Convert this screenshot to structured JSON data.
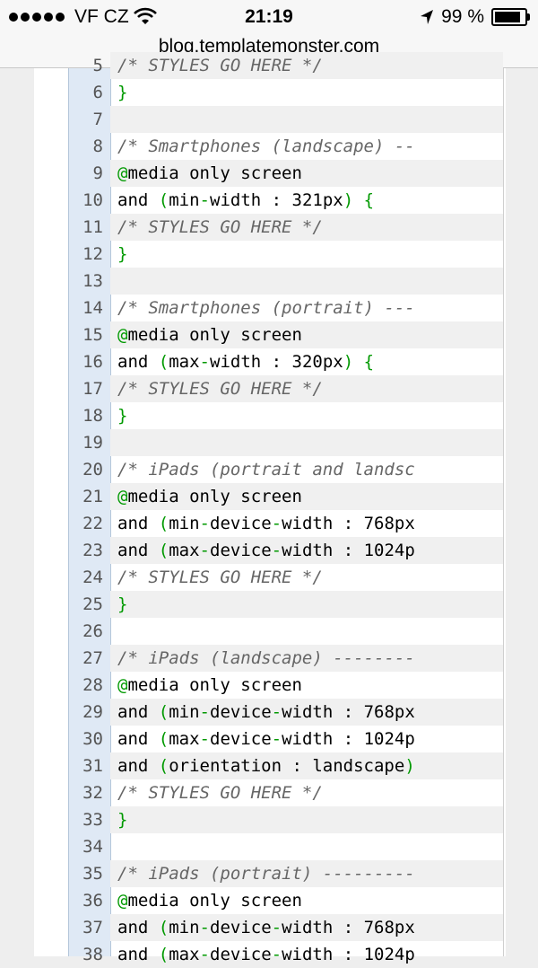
{
  "status_bar": {
    "carrier": "VF CZ",
    "time": "21:19",
    "battery_percent": "99 %",
    "battery_level": 0.99,
    "url": "blog.templatemonster.com",
    "icons": [
      "signal-dots-icon",
      "wifi-icon",
      "location-arrow-icon",
      "battery-icon"
    ]
  },
  "code": {
    "lines": [
      {
        "n": "5",
        "text": "/* STYLES GO HERE */",
        "kind": "comment"
      },
      {
        "n": "6",
        "text": "}",
        "kind": "brace"
      },
      {
        "n": "7",
        "text": "",
        "kind": "blank"
      },
      {
        "n": "8",
        "text": "/* Smartphones (landscape) --",
        "kind": "comment"
      },
      {
        "n": "9",
        "text": "@media only screen",
        "kind": "media"
      },
      {
        "n": "10",
        "text": "and (min-width : 321px) {",
        "kind": "and"
      },
      {
        "n": "11",
        "text": "/* STYLES GO HERE */",
        "kind": "comment"
      },
      {
        "n": "12",
        "text": "}",
        "kind": "brace"
      },
      {
        "n": "13",
        "text": "",
        "kind": "blank"
      },
      {
        "n": "14",
        "text": "/* Smartphones (portrait) ---",
        "kind": "comment"
      },
      {
        "n": "15",
        "text": "@media only screen",
        "kind": "media"
      },
      {
        "n": "16",
        "text": "and (max-width : 320px) {",
        "kind": "and"
      },
      {
        "n": "17",
        "text": "/* STYLES GO HERE */",
        "kind": "comment"
      },
      {
        "n": "18",
        "text": "}",
        "kind": "brace"
      },
      {
        "n": "19",
        "text": "",
        "kind": "blank"
      },
      {
        "n": "20",
        "text": "/* iPads (portrait and landsc",
        "kind": "comment"
      },
      {
        "n": "21",
        "text": "@media only screen",
        "kind": "media"
      },
      {
        "n": "22",
        "text": "and (min-device-width : 768px",
        "kind": "and"
      },
      {
        "n": "23",
        "text": "and (max-device-width : 1024p",
        "kind": "and"
      },
      {
        "n": "24",
        "text": "/* STYLES GO HERE */",
        "kind": "comment"
      },
      {
        "n": "25",
        "text": "}",
        "kind": "brace"
      },
      {
        "n": "26",
        "text": "",
        "kind": "blank"
      },
      {
        "n": "27",
        "text": "/* iPads (landscape) --------",
        "kind": "comment"
      },
      {
        "n": "28",
        "text": "@media only screen",
        "kind": "media"
      },
      {
        "n": "29",
        "text": "and (min-device-width : 768px",
        "kind": "and"
      },
      {
        "n": "30",
        "text": "and (max-device-width : 1024p",
        "kind": "and"
      },
      {
        "n": "31",
        "text": "and (orientation : landscape)",
        "kind": "and"
      },
      {
        "n": "32",
        "text": "/* STYLES GO HERE */",
        "kind": "comment"
      },
      {
        "n": "33",
        "text": "}",
        "kind": "brace"
      },
      {
        "n": "34",
        "text": "",
        "kind": "blank"
      },
      {
        "n": "35",
        "text": "/* iPads (portrait) ---------",
        "kind": "comment"
      },
      {
        "n": "36",
        "text": "@media only screen",
        "kind": "media"
      },
      {
        "n": "37",
        "text": "and (min-device-width : 768px",
        "kind": "and"
      },
      {
        "n": "38",
        "text": "and (max-device-width : 1024p",
        "kind": "and"
      }
    ]
  }
}
